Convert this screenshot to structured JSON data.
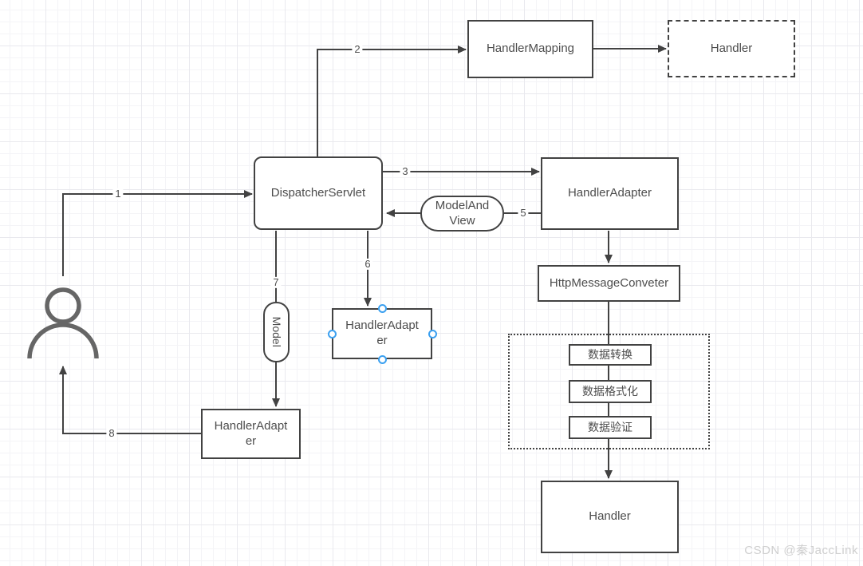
{
  "colors": {
    "stroke": "#424242",
    "text": "#4d4d4d",
    "selection_handle": "#3ba0f0",
    "watermark_text": "#cfcfcf"
  },
  "nodes": {
    "handler_mapping": {
      "label": "HandlerMapping"
    },
    "handler_top": {
      "label": "Handler"
    },
    "dispatcher_servlet": {
      "label": "DispatcherServlet"
    },
    "handler_adapter_right": {
      "label": "HandlerAdapter"
    },
    "model_and_view": {
      "lines": [
        "ModelAnd",
        "View"
      ]
    },
    "http_message_converter": {
      "label": "HttpMessageConveter"
    },
    "data_conversion": {
      "label": "数据转换"
    },
    "data_formatting": {
      "label": "数据格式化"
    },
    "data_validation": {
      "label": "数据验证"
    },
    "handler_bottom": {
      "label": "Handler"
    },
    "handler_adapter_selected": {
      "lines": [
        "HandlerAdapt",
        "er"
      ]
    },
    "model": {
      "label": "Model"
    },
    "handler_adapter_left": {
      "lines": [
        "HandlerAdapt",
        "er"
      ]
    }
  },
  "edge_labels": {
    "step1": "1",
    "step2": "2",
    "step3": "3",
    "step5": "5",
    "step6": "6",
    "step7": "7",
    "step8": "8"
  },
  "watermark": "CSDN @秦JaccLink"
}
